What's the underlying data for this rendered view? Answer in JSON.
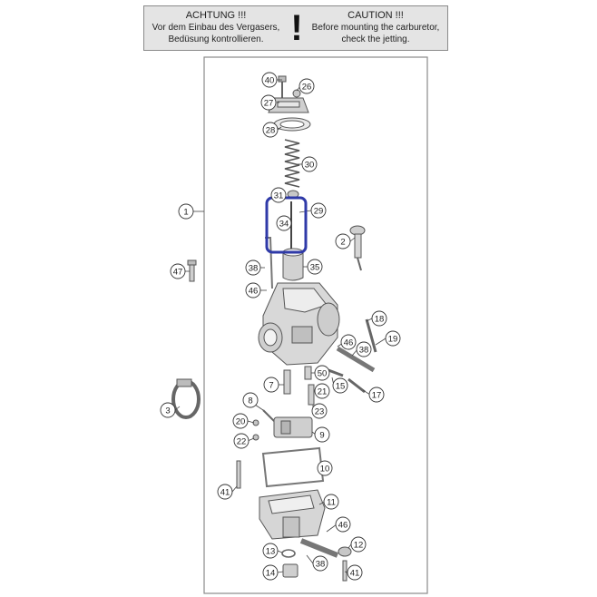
{
  "caution": {
    "de_title": "ACHTUNG !!!",
    "de_line1": "Vor dem Einbau des Vergasers,",
    "de_line2": "Bedüsung kontrollieren.",
    "symbol": "!",
    "en_title": "CAUTION !!!",
    "en_line1": "Before mounting the carburetor,",
    "en_line2": "check the jetting."
  },
  "highlight": {
    "color": "#2f3aa8",
    "part": "34"
  },
  "callouts": {
    "c40": "40",
    "c26": "26",
    "c27": "27",
    "c28": "28",
    "c30": "30",
    "c31": "31",
    "c29": "29",
    "c34": "34",
    "c1": "1",
    "c2": "2",
    "c47": "47",
    "c38a": "38",
    "c35": "35",
    "c46a": "46",
    "c18": "18",
    "c19": "19",
    "c46b": "46",
    "c38b": "38",
    "c3": "3",
    "c7": "7",
    "c50": "50",
    "c21": "21",
    "c15": "15",
    "c17": "17",
    "c8": "8",
    "c23": "23",
    "c20": "20",
    "c9": "9",
    "c22": "22",
    "c10": "10",
    "c41a": "41",
    "c11": "11",
    "c46c": "46",
    "c12": "12",
    "c13": "13",
    "c38c": "38",
    "c14": "14",
    "c41b": "41"
  }
}
